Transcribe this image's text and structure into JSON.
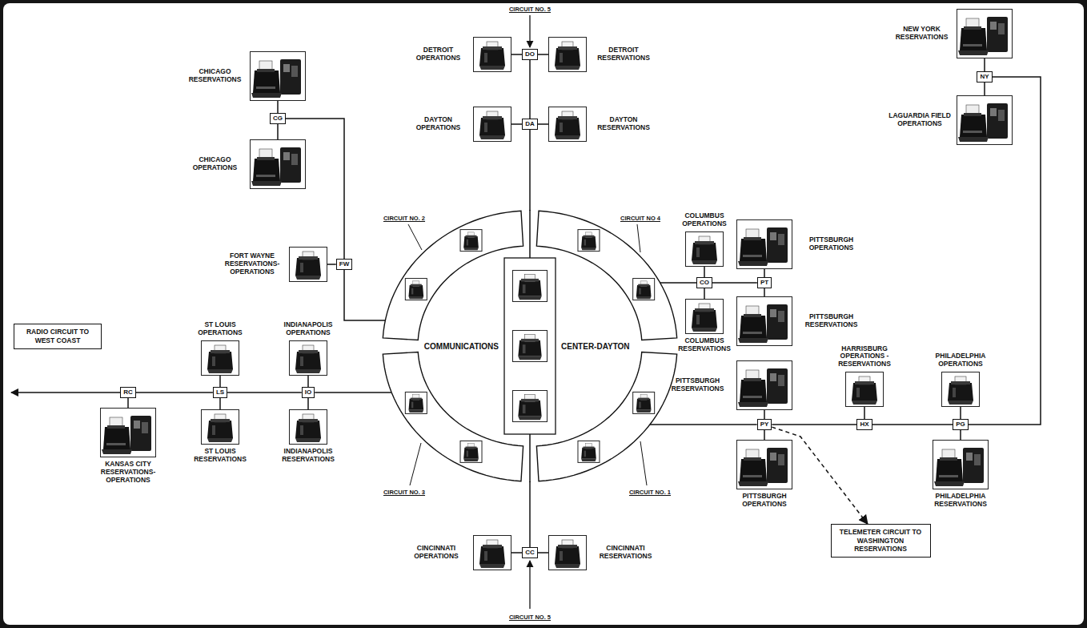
{
  "diagram": {
    "nodes": [
      {
        "text": [
          "CHICAGO RESERVATIONS"
        ]
      },
      {
        "text": [
          "CG"
        ]
      },
      {
        "text": [
          "CHICAGO OPERATIONS"
        ]
      },
      {
        "text": [
          "DETROIT OPERATIONS"
        ]
      },
      {
        "text": [
          "DO"
        ]
      },
      {
        "text": [
          "DETROIT RESERVATIONS"
        ]
      },
      {
        "text": [
          "NEW YORK RESERVATIONS"
        ]
      },
      {
        "text": [
          "NY"
        ]
      },
      {
        "text": [
          "LAGUARDIA FIELD OPERATIONS"
        ]
      },
      {
        "text": [
          "DAYTON OPERATIONS"
        ]
      },
      {
        "text": [
          "DA"
        ]
      },
      {
        "text": [
          "DAYTON RESERVATIONS"
        ]
      },
      {
        "text": [
          "FORT WAYNE RESERVATIONS- OPERATIONS"
        ]
      },
      {
        "text": [
          "FW"
        ]
      },
      {
        "text": [
          "COLUMBUS OPERATIONS"
        ]
      },
      {
        "text": [
          "PITTSBURGH OPERATIONS"
        ]
      },
      {
        "text": [
          "CO"
        ]
      },
      {
        "text": [
          "PT"
        ]
      },
      {
        "text": [
          "COLUMBUS RESERVATIONS"
        ]
      },
      {
        "text": [
          "PITTSBURGH RESERVATIONS"
        ]
      },
      {
        "text": [
          "COMMUNICATIONS",
          "CENTER-DAYTON"
        ]
      },
      {
        "text": [
          "RADIO CIRCUIT TO WEST COAST"
        ]
      },
      {
        "text": [
          "ST LOUIS OPERATIONS"
        ]
      },
      {
        "text": [
          "INDIANAPOLIS OPERATIONS"
        ]
      },
      {
        "text": [
          "RC"
        ]
      },
      {
        "text": [
          "LS"
        ]
      },
      {
        "text": [
          "IO"
        ]
      },
      {
        "text": [
          "KANSAS CITY RESERVATIONS-OPERATIONS"
        ]
      },
      {
        "text": [
          "ST LOUIS RESERVATIONS"
        ]
      },
      {
        "text": [
          "INDIANAPOLIS RESERVATIONS"
        ]
      },
      {
        "text": [
          "HARRISBURG OPERATIONS - RESERVATIONS"
        ]
      },
      {
        "text": [
          "PHILADELPHIA OPERATIONS"
        ]
      },
      {
        "text": [
          "PITTSBURGH RESERVATIONS"
        ]
      },
      {
        "text": [
          "PY"
        ]
      },
      {
        "text": [
          "HX"
        ]
      },
      {
        "text": [
          "PG"
        ]
      },
      {
        "text": [
          "PITTSBURGH OPERATIONS"
        ]
      },
      {
        "text": [
          "PHILADELPHIA RESERVATIONS"
        ]
      },
      {
        "text": [
          "TELEMETER CIRCUIT TO WASHINGTON RESERVATIONS"
        ]
      },
      {
        "text": [
          "CINCINNATI OPERATIONS"
        ]
      },
      {
        "text": [
          "CC"
        ]
      },
      {
        "text": [
          "CINCINNATI RESERVATIONS"
        ]
      }
    ],
    "edges": [
      {
        "from": 1,
        "to": 0,
        "arrow": "none"
      },
      {
        "from": 1,
        "to": 2,
        "arrow": "none"
      },
      {
        "from": 1,
        "to": 13,
        "arrow": "none"
      },
      {
        "from": 13,
        "to": 12,
        "arrow": "none"
      },
      {
        "from": 13,
        "to": 20,
        "arrow": "none"
      },
      {
        "from": 4,
        "to": 3,
        "arrow": "none"
      },
      {
        "from": 4,
        "to": 5,
        "arrow": "none"
      },
      {
        "from": 4,
        "to": 10,
        "arrow": "none"
      },
      {
        "from": 10,
        "to": 9,
        "arrow": "none"
      },
      {
        "from": 10,
        "to": 11,
        "arrow": "none"
      },
      {
        "from": 10,
        "to": 20,
        "arrow": "none"
      },
      {
        "from": 7,
        "to": 6,
        "arrow": "none"
      },
      {
        "from": 7,
        "to": 8,
        "arrow": "none"
      },
      {
        "from": 16,
        "to": 14,
        "arrow": "none"
      },
      {
        "from": 16,
        "to": 18,
        "arrow": "none"
      },
      {
        "from": 16,
        "to": 20,
        "arrow": "none"
      },
      {
        "from": 16,
        "to": 17,
        "arrow": "none"
      },
      {
        "from": 17,
        "to": 15,
        "arrow": "none"
      },
      {
        "from": 17,
        "to": 19,
        "arrow": "none"
      },
      {
        "from": 26,
        "to": 23,
        "arrow": "none"
      },
      {
        "from": 26,
        "to": 29,
        "arrow": "none"
      },
      {
        "from": 26,
        "to": 20,
        "arrow": "none"
      },
      {
        "from": 25,
        "to": 22,
        "arrow": "none"
      },
      {
        "from": 25,
        "to": 28,
        "arrow": "none"
      },
      {
        "from": 25,
        "to": 26,
        "arrow": "none"
      },
      {
        "from": 24,
        "to": 27,
        "arrow": "none"
      },
      {
        "from": 24,
        "to": 25,
        "arrow": "none"
      },
      {
        "from": 33,
        "to": 32,
        "arrow": "none"
      },
      {
        "from": 33,
        "to": 36,
        "arrow": "none"
      },
      {
        "from": 33,
        "to": 20,
        "arrow": "none"
      },
      {
        "from": 33,
        "to": 34,
        "arrow": "none"
      },
      {
        "from": 34,
        "to": 30,
        "arrow": "none"
      },
      {
        "from": 34,
        "to": 35,
        "arrow": "none"
      },
      {
        "from": 35,
        "to": 31,
        "arrow": "none"
      },
      {
        "from": 35,
        "to": 37,
        "arrow": "none"
      },
      {
        "from": 35,
        "to": 7,
        "arrow": "none"
      },
      {
        "from": 33,
        "to": 38,
        "arrow": "to"
      },
      {
        "from": 40,
        "to": 39,
        "arrow": "none"
      },
      {
        "from": 40,
        "to": 41,
        "arrow": "none"
      },
      {
        "from": 40,
        "to": 20,
        "arrow": "none"
      }
    ],
    "labels": [
      "CIRCUIT NO. 5",
      "CIRCUIT NO. 2",
      "CIRCUIT NO 4",
      "CIRCUIT NO. 3",
      "CIRCUIT NO. 1",
      "CIRCUIT NO. 5"
    ]
  }
}
